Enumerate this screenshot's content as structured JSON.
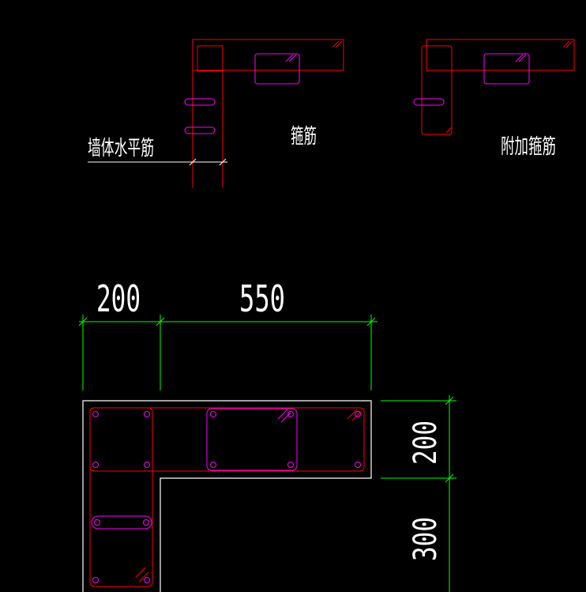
{
  "labels": {
    "wall_horizontal_rebar": "墙体水平筋",
    "stirrup": "箍筋",
    "additional_stirrup": "附加箍筋"
  },
  "dimensions": {
    "top_left": "200",
    "top_right": "550",
    "right_upper": "200",
    "right_lower": "300"
  },
  "colors": {
    "background": "#000000",
    "rebar": "#ff0000",
    "tie": "#ff00ff",
    "dimension": "#00ff00",
    "outline": "#ffffff"
  }
}
